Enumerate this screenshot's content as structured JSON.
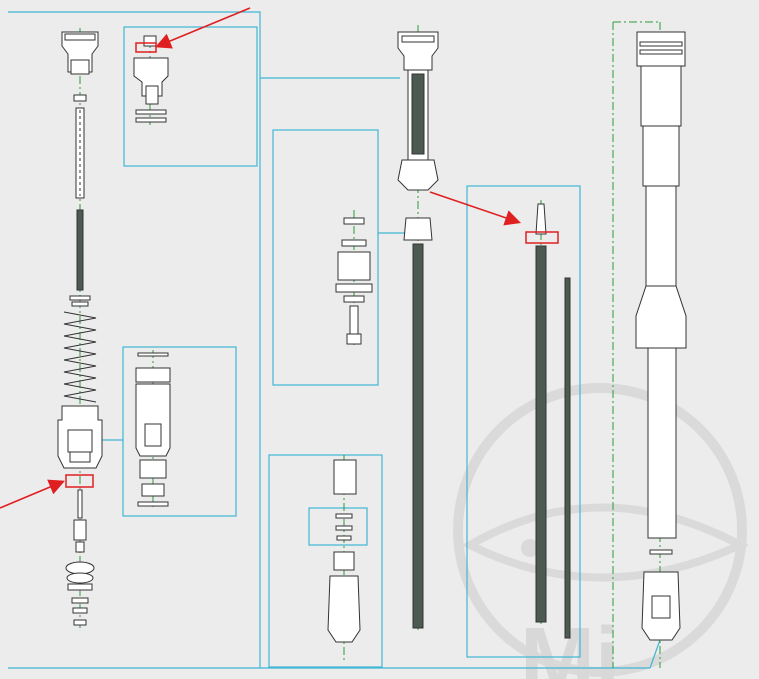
{
  "diagram": {
    "kind": "fork cartridge exploded parts drawing",
    "watermark": {
      "text": "Mi",
      "shape": "circle-with-eye-logo"
    },
    "colors": {
      "background": "#ececec",
      "frame": "#3fb6d4",
      "outline": "#333333",
      "part_fill": "#ffffff",
      "dark_part": "#3f4a44",
      "centerline": "#2a9a3a",
      "highlight": "#e02020",
      "watermark": "#d4d4d4"
    },
    "callouts": [
      {
        "name": "callout-upper-left",
        "target": "detail-box-top-left"
      },
      {
        "name": "callout-left",
        "target": "left-assembly-marker"
      },
      {
        "name": "callout-center",
        "target": "rod-marker"
      }
    ],
    "detail_boxes": [
      "detail-box-top-left",
      "detail-box-mid-left",
      "detail-box-center",
      "detail-box-bottom-center",
      "detail-box-rod"
    ]
  }
}
